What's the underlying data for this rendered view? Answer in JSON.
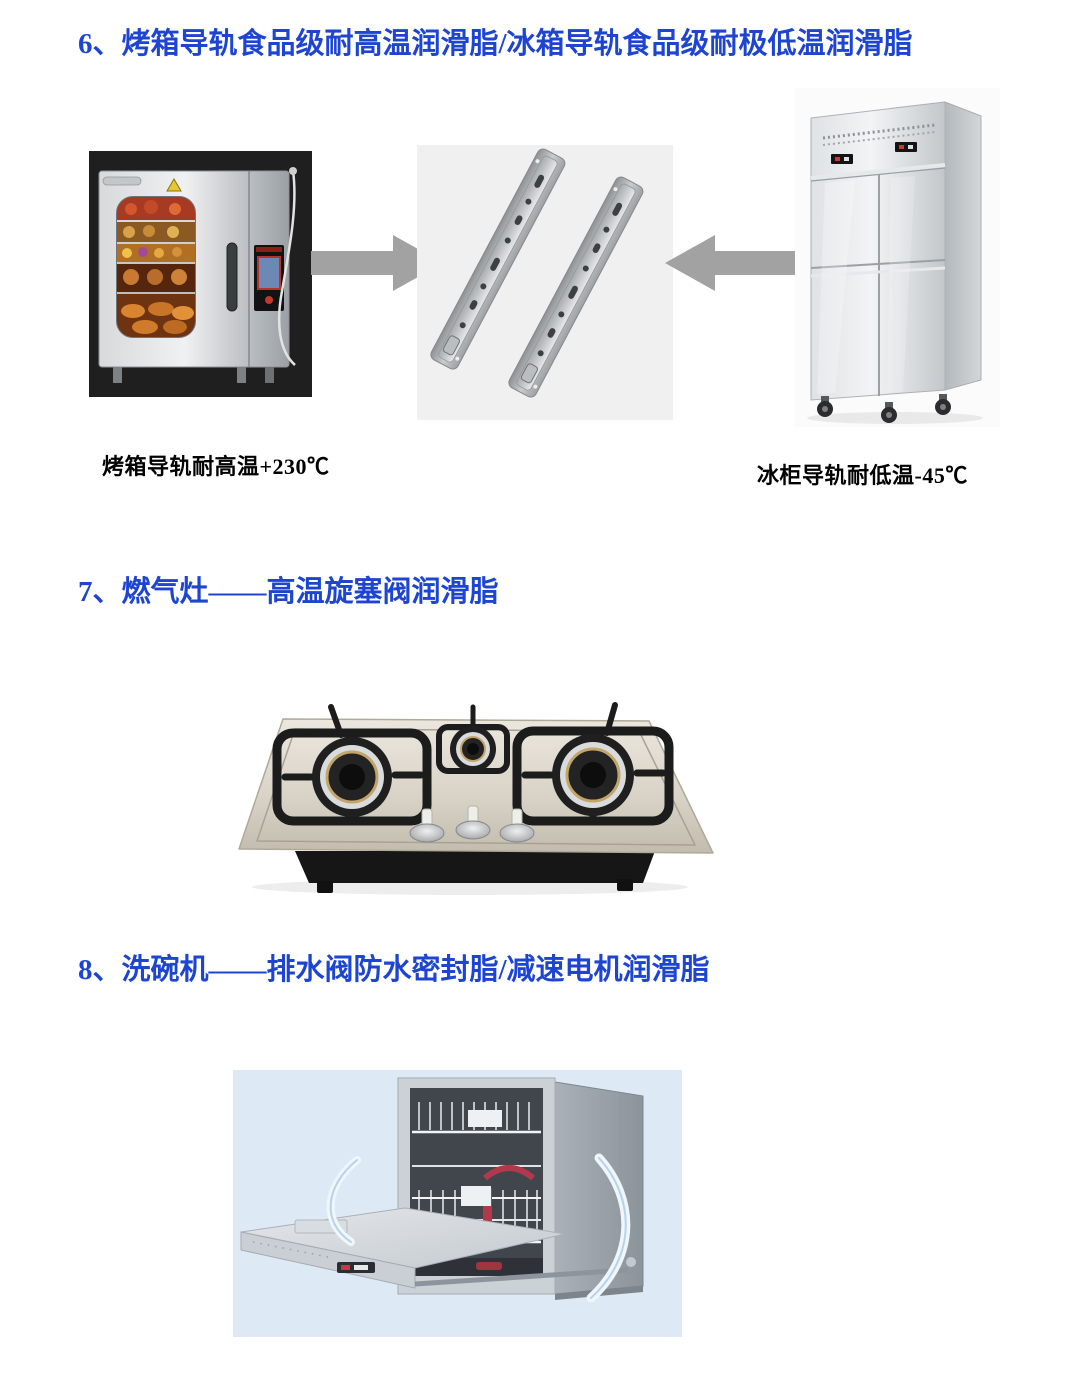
{
  "page": {
    "background": "#ffffff"
  },
  "colors": {
    "heading_blue": "#1e44d2",
    "caption_black": "#000000",
    "arrow_gray": "#a2a2a2",
    "oven_photo_background": "#1f1f1f",
    "slides_photo_background": "#f0f0f0",
    "dishwasher_photo_background": "#dde9f5"
  },
  "sections": {
    "oven_fridge": {
      "heading": "6、烤箱导轨食品级耐高温润滑脂/冰箱导轨食品级耐极低温润滑脂",
      "caption_left": "烤箱导轨耐高温+230℃",
      "caption_right": "冰柜导轨耐低温-45℃"
    },
    "gas_stove": {
      "heading": "7、燃气灶——高温旋塞阀润滑脂"
    },
    "dishwasher": {
      "heading": "8、洗碗机——排水阀防水密封脂/减速电机润滑脂"
    }
  }
}
